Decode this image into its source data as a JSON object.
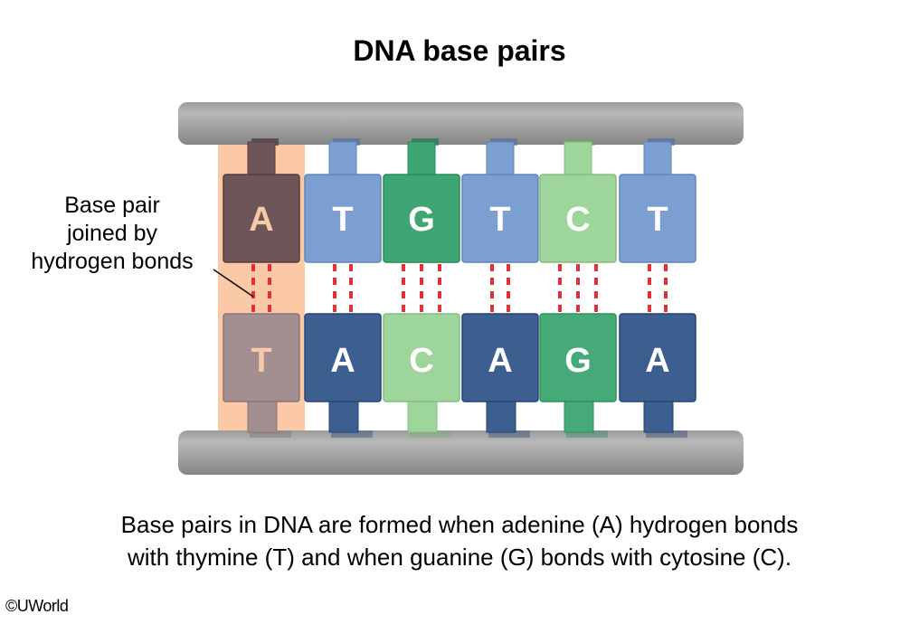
{
  "title": "DNA base pairs",
  "callout": {
    "lines": [
      "Base pair",
      "joined by",
      "hydrogen bonds"
    ]
  },
  "caption": {
    "lines": [
      "Base pairs in DNA are formed when adenine (A) hydrogen bonds",
      "with thymine (T) and when guanine (G) bonds with cytosine (C)."
    ]
  },
  "copyright": "©UWorld",
  "colors": {
    "A_top": "#6e5658",
    "A_bottom": "#3d5f8f",
    "T_top": "#7b9fd0",
    "T_bottom_highlighted": "#a38e90",
    "G_top": "#3fa572",
    "G_bottom": "#45aa78",
    "C_top": "#9ed59a",
    "C_bottom": "#9ed59a",
    "highlight": "#fbc9a6",
    "bond": "#e0303c",
    "backbone": "#a7a7a7"
  },
  "pairs": [
    {
      "top": "A",
      "bottom": "T",
      "hbonds": 2,
      "highlighted": true,
      "top_color": "#6e5658",
      "bottom_color": "#a38e90",
      "top_text": "#f7c9a8",
      "bottom_text": "#f7c9a8"
    },
    {
      "top": "T",
      "bottom": "A",
      "hbonds": 2,
      "highlighted": false,
      "top_color": "#7b9fd0",
      "bottom_color": "#3d5f8f",
      "top_text": "#ffffff",
      "bottom_text": "#ffffff"
    },
    {
      "top": "G",
      "bottom": "C",
      "hbonds": 3,
      "highlighted": false,
      "top_color": "#3fa572",
      "bottom_color": "#9ed59a",
      "top_text": "#ffffff",
      "bottom_text": "#ffffff"
    },
    {
      "top": "T",
      "bottom": "A",
      "hbonds": 2,
      "highlighted": false,
      "top_color": "#7b9fd0",
      "bottom_color": "#3d5f8f",
      "top_text": "#ffffff",
      "bottom_text": "#ffffff"
    },
    {
      "top": "C",
      "bottom": "G",
      "hbonds": 3,
      "highlighted": false,
      "top_color": "#9ed59a",
      "bottom_color": "#45aa78",
      "top_text": "#ffffff",
      "bottom_text": "#ffffff"
    },
    {
      "top": "T",
      "bottom": "A",
      "hbonds": 2,
      "highlighted": false,
      "top_color": "#7b9fd0",
      "bottom_color": "#3d5f8f",
      "top_text": "#ffffff",
      "bottom_text": "#ffffff"
    }
  ]
}
